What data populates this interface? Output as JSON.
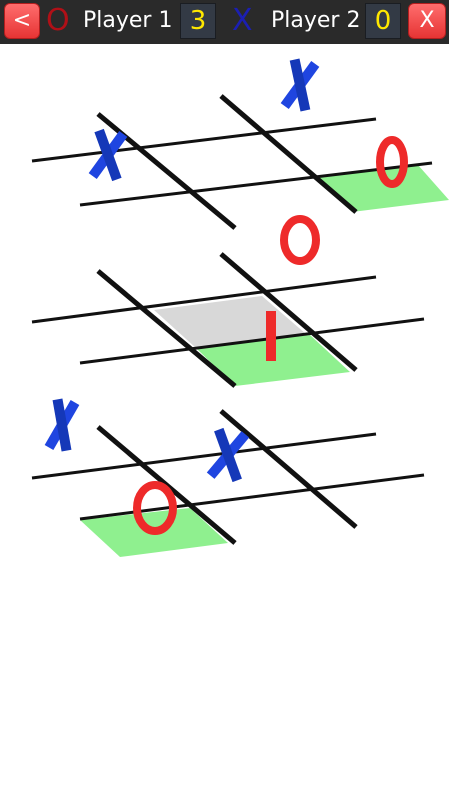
{
  "topbar": {
    "back_label": "<",
    "close_label": "X",
    "player1": {
      "symbol": "O",
      "name": "Player 1",
      "score": "3",
      "symbol_color": "#b01017"
    },
    "player2": {
      "symbol": "X",
      "name": "Player 2",
      "score": "0",
      "symbol_color": "#1b1fb3"
    }
  },
  "colors": {
    "x_mark": "#1f45e0",
    "o_mark": "#ee2a2a",
    "highlight_green": "#8ff08f",
    "selection_gray": "#d8d8d8",
    "grid_line": "#111111"
  },
  "game": {
    "boards": 3,
    "cursor": "I"
  }
}
